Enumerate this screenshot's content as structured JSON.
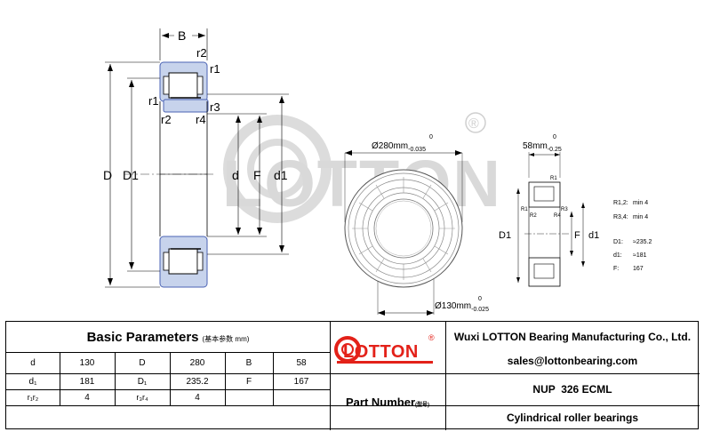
{
  "drawing": {
    "left_labels": {
      "B": "B",
      "r2_top": "r2",
      "r1_top": "r1",
      "r1_left": "r1",
      "r2_mid": "r2",
      "r4_mid": "r4",
      "r3_mid": "r3",
      "D": "D",
      "D1": "D1",
      "d": "d",
      "F": "F",
      "d1": "d1"
    },
    "watermark": {
      "text": "LOTTON",
      "registered": "®"
    },
    "center": {
      "outer_dim": "Ø280mm",
      "outer_tol_top": "0",
      "outer_tol_bottom": "-0.035",
      "inner_dim": "Ø130mm",
      "inner_tol_top": "0",
      "inner_tol_bottom": "-0.025"
    },
    "right": {
      "width_dim": "58mm",
      "width_tol_top": "0",
      "width_tol_bottom": "-0.25",
      "r1_top": "R1",
      "r1_left": "R1",
      "r2": "R2",
      "r4": "R4",
      "r3": "R3",
      "D1": "D1",
      "F": "F",
      "d1": "d1",
      "specs": [
        {
          "label": "R1,2:",
          "value": "min 4"
        },
        {
          "label": "R3,4:",
          "value": "min 4"
        },
        {
          "label": "D1:",
          "value": "≈235.2"
        },
        {
          "label": "d1:",
          "value": "≈181"
        },
        {
          "label": "F:",
          "value": "167"
        }
      ]
    }
  },
  "table": {
    "title": "Basic Parameters",
    "title_unit": "(基本参数 mm)",
    "rows": [
      [
        "d",
        "130",
        "D",
        "280",
        "B",
        "58"
      ],
      [
        "d₁",
        "181",
        "D₁",
        "235.2",
        "F",
        "167"
      ],
      [
        "r₁r₂",
        "4",
        "r₃r₄",
        "4",
        "",
        ""
      ]
    ],
    "logo_text": "LOTTON",
    "logo_registered": "®",
    "company": "Wuxi LOTTON Bearing Manufacturing Co., Ltd.",
    "email": "sales@lottonbearing.com",
    "part_number_label": "Part Number",
    "part_number_sub": "(型号)",
    "part_number": "NUP  326 ECML",
    "bearing_type": "Cylindrical roller bearings"
  },
  "colors": {
    "ring_fill": "#c7d3ec",
    "ring_stroke": "#4b63b4",
    "logo_red": "#e32119",
    "watermark": "#d6d6d6"
  }
}
